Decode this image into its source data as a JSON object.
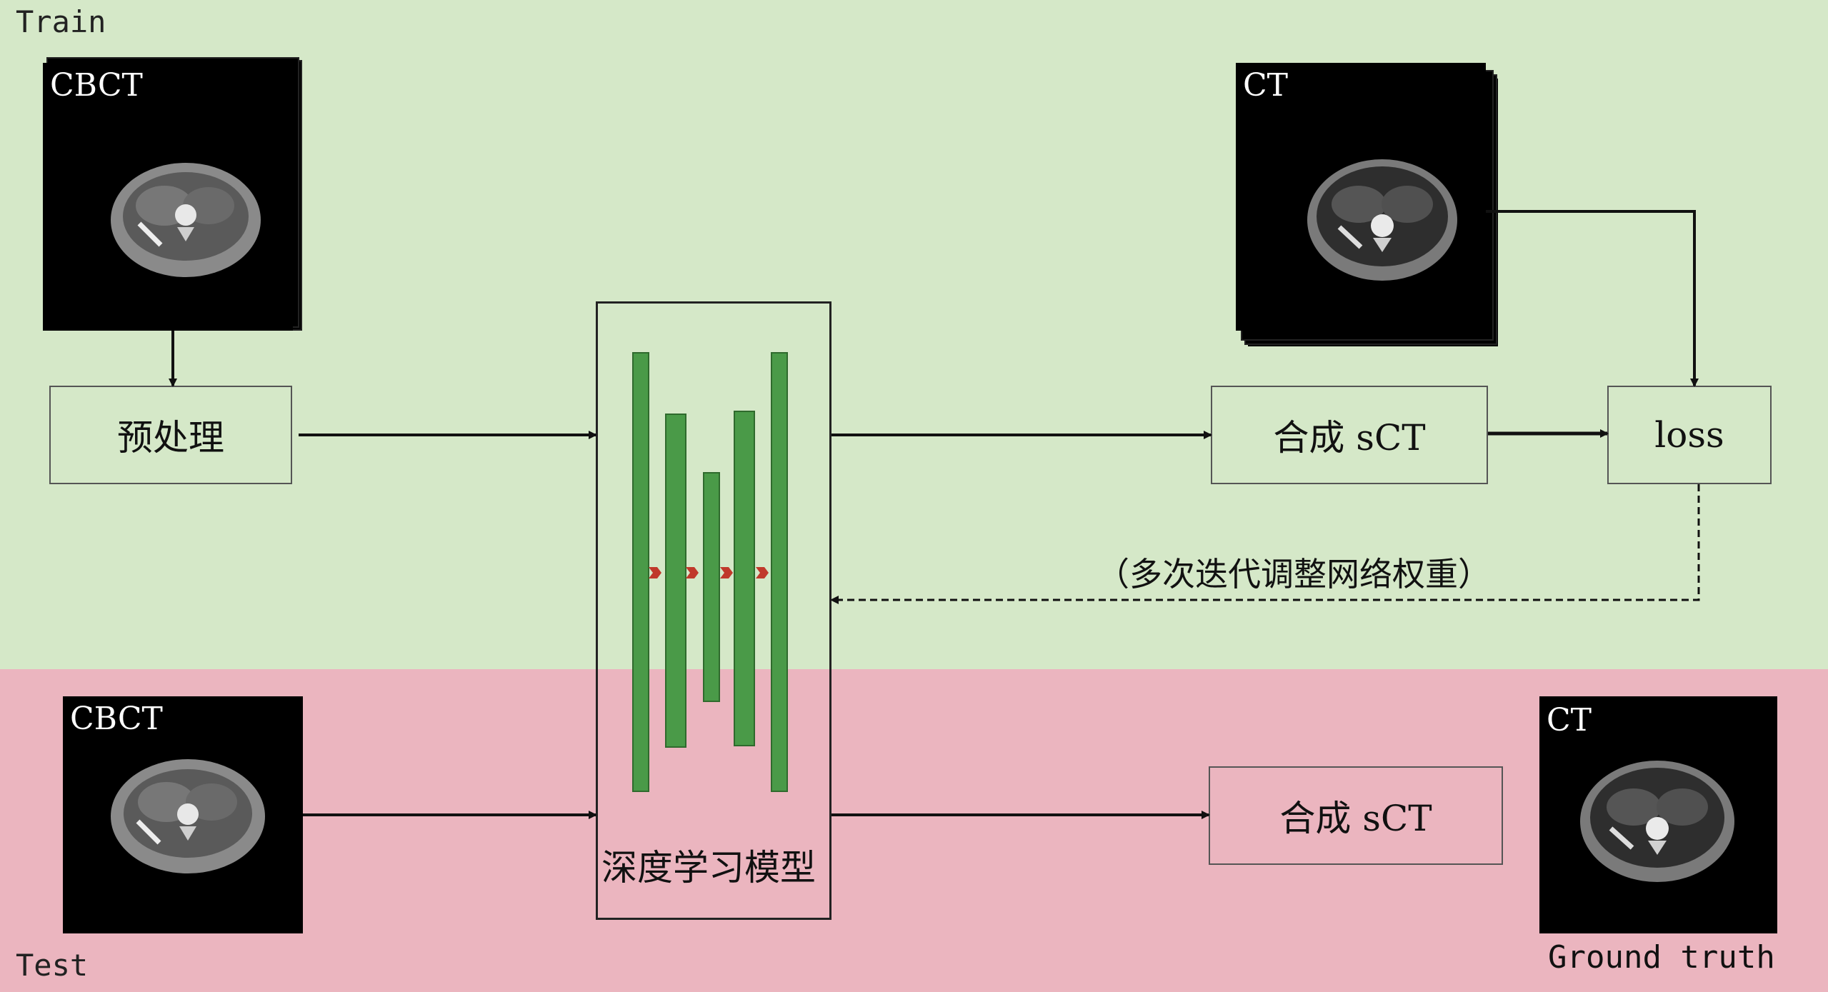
{
  "sections": {
    "train": "Train",
    "test": "Test"
  },
  "scans": {
    "train_cbct": "CBCT",
    "train_ct": "CT",
    "test_cbct": "CBCT",
    "test_ct": "CT"
  },
  "boxes": {
    "preprocess": "预处理",
    "train_sct": "合成 sCT",
    "loss": "loss",
    "test_sct": "合成 sCT"
  },
  "model": {
    "label": "深度学习模型"
  },
  "feedback_note": "（多次迭代调整网络权重）",
  "ground_truth": "Ground truth",
  "colors": {
    "train_bg": "#d5e8c8",
    "test_bg": "#ebb5bf",
    "layer_green": "#4a9a48",
    "skip_arrow": "#c0392b"
  }
}
